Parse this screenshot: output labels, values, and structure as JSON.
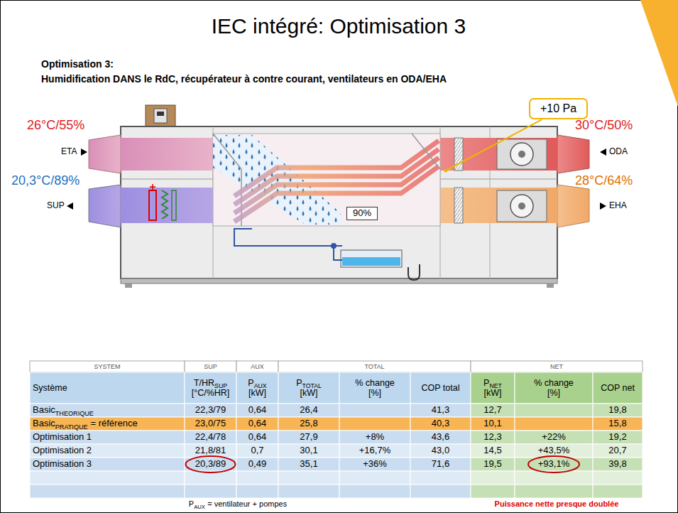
{
  "diagram": {
    "title": "IEC intégré: Optimisation 3",
    "nodes": [
      {
        "text": [
          "+10 Pa"
        ]
      },
      {
        "text": [
          "90%"
        ]
      }
    ],
    "labels": [
      "Optimisation 3:",
      "Humidification DANS le RdC, récupérateur à contre courant, ventilateurs en ODA/EHA",
      "26°C/55%",
      "ETA",
      "20,3°C/89%",
      "SUP",
      "30°C/50%",
      "ODA",
      "28°C/64%",
      "EHA",
      "SYSTEM",
      "SUP",
      "AUX",
      "TOTAL",
      "NET",
      "Système",
      "T/HR",
      "SUP",
      "[°C/%HR]",
      "P",
      "AUX",
      "[kW]",
      "P",
      "TOTAL",
      "[kW]",
      "% change",
      "[%]",
      "COP total",
      "P",
      "NET",
      "[kW]",
      "% change",
      "[%]",
      "COP net",
      "Basic",
      "THEORIQUE",
      "22,3/79",
      "0,64",
      "26,4",
      "41,3",
      "12,7",
      "19,8",
      "Basic",
      "PRATIQUE",
      "= référence",
      "23,0/75",
      "0,64",
      "25,8",
      "40,3",
      "10,1",
      "15,8",
      "Optimisation 1",
      "22,4/78",
      "0,64",
      "27,9",
      "+8%",
      "43,6",
      "12,3",
      "+22%",
      "19,2",
      "Optimisation 2",
      "21,8/81",
      "0,7",
      "30,1",
      "+16,7%",
      "43,0",
      "14,5",
      "+43,5%",
      "20,7",
      "Optimisation 3",
      "20,3/89",
      "0,49",
      "35,1",
      "+36%",
      "71,6",
      "19,5",
      "+93,1%",
      "39,8",
      "P",
      "AUX",
      "= ventilateur + pompes",
      "Puissance nette presque doublée"
    ]
  }
}
